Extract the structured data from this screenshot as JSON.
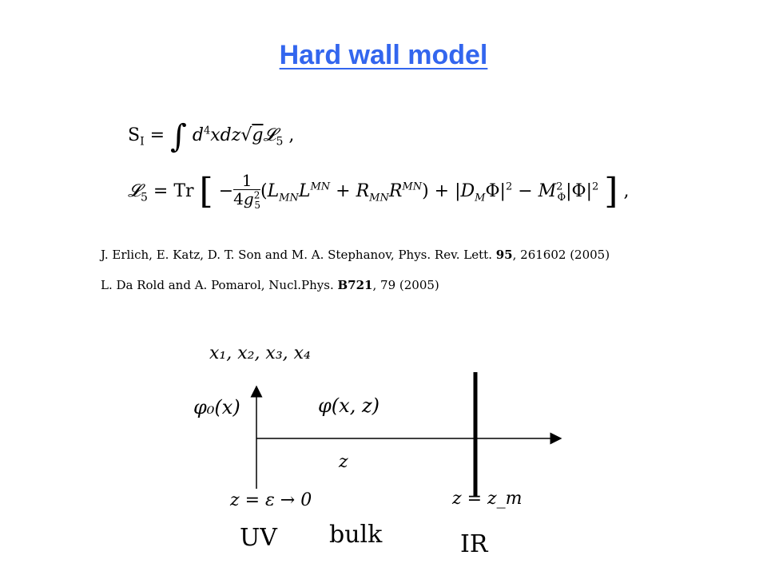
{
  "title": "Hard wall model",
  "equations": {
    "action": "S_I = ∫ d⁴x dz √g 𝓛₅ ,",
    "lagrangian": "𝓛₅ = Tr [ −(1/4g₅²)(L_MN L^MN + R_MN R^MN) + |D_M Φ|² − M_Φ² |Φ|² ] ,"
  },
  "references": [
    {
      "text_before": "J. Erlich, E. Katz, D. T. Son and M. A. Stephanov, Phys. Rev. Lett. ",
      "bold": "95",
      "text_after": ", 261602 (2005)"
    },
    {
      "text_before": "L. Da Rold and A. Pomarol, Nucl.Phys. ",
      "bold": "B721",
      "text_after": ", 79 (2005)"
    }
  ],
  "diagram": {
    "vertical_axis_label": "x₁, x₂, x₃, x₄",
    "boundary_field": "φ₀(x)",
    "bulk_field": "φ(x, z)",
    "horizontal_axis_label": "z",
    "uv_position": "z = ε → 0",
    "ir_position": "z = z_m",
    "uv_word": "UV",
    "bulk_word": "bulk",
    "ir_word": "IR"
  }
}
